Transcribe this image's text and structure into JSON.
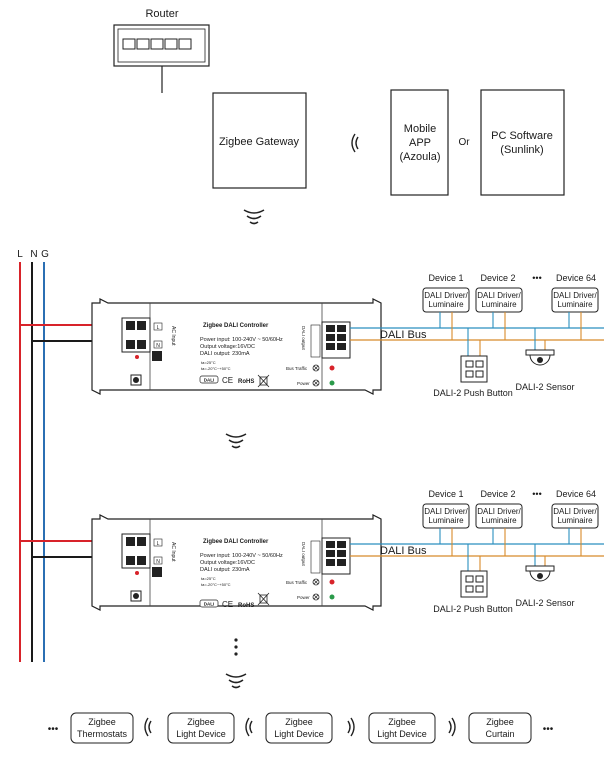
{
  "network": {
    "router": "Router",
    "gateway": "Zigbee Gateway",
    "app_line1": "Mobile",
    "app_line2": "APP",
    "app_line3": "(Azoula)",
    "or": "Or",
    "pc_line1": "PC Software",
    "pc_line2": "(Sunlink)"
  },
  "mains": {
    "L": "L",
    "N": "N",
    "G": "G"
  },
  "controller": {
    "title": "Zigbee DALI Controller",
    "spec1": "Power input: 100-240V ~ 50/60Hz",
    "spec2": "Output voltage:16VDC",
    "spec3": "DALI output: 230mA",
    "spec4": "ta=25°C",
    "spec5": "ta=-20°C~+50°C",
    "ac_input": "AC Input",
    "dali_output": "DALI output",
    "bus_traffic": "Bus Traffic",
    "power": "Power",
    "term_L": "L",
    "term_N": "N",
    "rohs": "RoHS",
    "ce": "CE",
    "dali_logo": "DALI"
  },
  "dali": {
    "bus": "DALI Bus",
    "device1": "Device 1",
    "device2": "Device 2",
    "device64": "Device 64",
    "ellipsis": "•••",
    "driver_line1": "DALI Driver/",
    "driver_line2": "Luminaire",
    "push_button": "DALI-2 Push Button",
    "sensor": "DALI-2 Sensor"
  },
  "devices": [
    {
      "line1": "Zigbee",
      "line2": "Thermostats"
    },
    {
      "line1": "Zigbee",
      "line2": "Light Device"
    },
    {
      "line1": "Zigbee",
      "line2": "Light Device"
    },
    {
      "line1": "Zigbee",
      "line2": "Light Device"
    },
    {
      "line1": "Zigbee",
      "line2": "Curtain"
    }
  ],
  "more": "•••",
  "colors": {
    "L": "#d8232a",
    "N": "#1a1a1a",
    "G": "#2b6fb3",
    "dali_bus": "#d88a2a"
  }
}
